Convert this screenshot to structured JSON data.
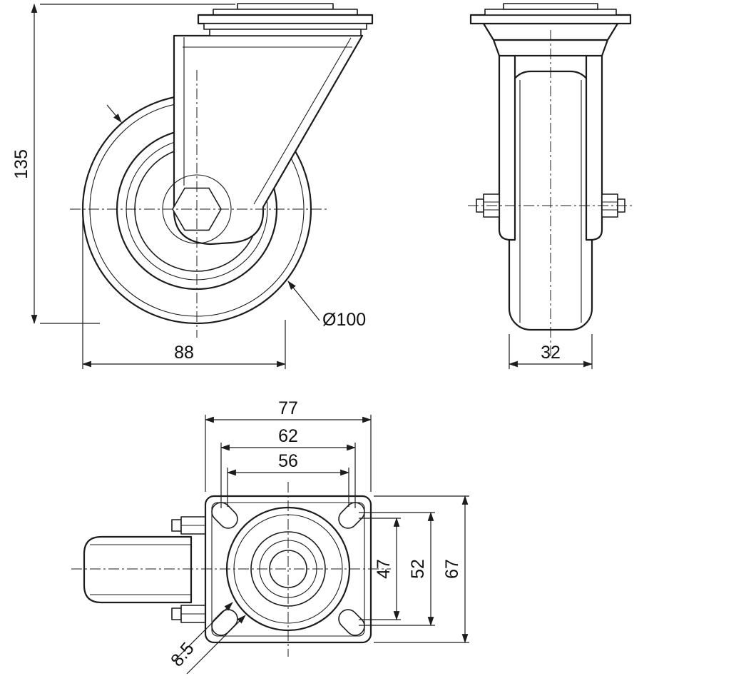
{
  "drawing": {
    "kind": "technical-drawing",
    "subject": "swivel caster wheel, three orthographic views",
    "background_color": "#ffffff",
    "line_color": "#1c1c1c",
    "views": {
      "side": {
        "name": "side-view",
        "dims": {
          "overall_height": "135",
          "offset_width": "88",
          "wheel_diameter": "Ø100"
        }
      },
      "front": {
        "name": "front-view",
        "dims": {
          "wheel_width": "32"
        }
      },
      "plan": {
        "name": "plan-view-mounting-plate",
        "dims": {
          "plate_width": "77",
          "bolt_spacing_max_x": "62",
          "bolt_spacing_min_x": "56",
          "bolt_spacing_min_y": "47",
          "bolt_spacing_max_y": "52",
          "plate_depth": "67",
          "slot_width": "8.5"
        }
      }
    }
  }
}
